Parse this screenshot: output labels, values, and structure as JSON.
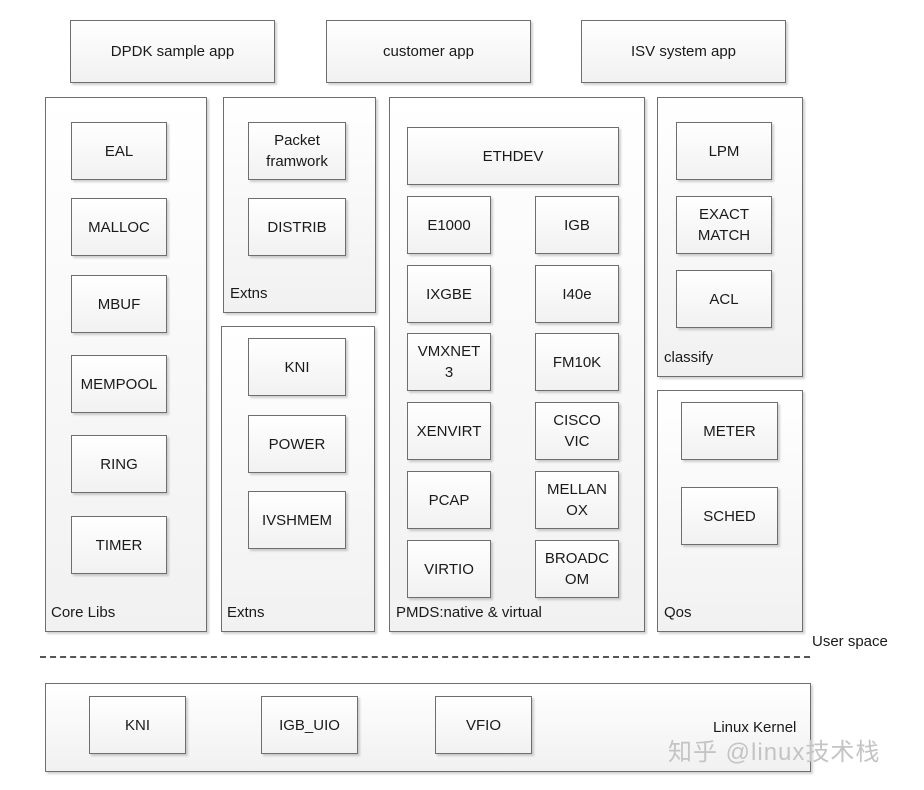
{
  "apps": [
    "DPDK sample app",
    "customer app",
    "ISV system app"
  ],
  "core_libs": {
    "label": "Core Libs",
    "items": [
      "EAL",
      "MALLOC",
      "MBUF",
      "MEMPOOL",
      "RING",
      "TIMER"
    ]
  },
  "extns_top": {
    "label": "Extns",
    "items": [
      "Packet\nframwork",
      "DISTRIB"
    ]
  },
  "extns_bottom": {
    "label": "Extns",
    "items": [
      "KNI",
      "POWER",
      "IVSHMEM"
    ]
  },
  "pmds": {
    "label": "PMDS:native & virtual",
    "header": "ETHDEV",
    "items": [
      "E1000",
      "IGB",
      "IXGBE",
      "I40e",
      "VMXNET\n3",
      "FM10K",
      "XENVIRT",
      "CISCO\nVIC",
      "PCAP",
      "MELLAN\nOX",
      "VIRTIO",
      "BROADC\nOM"
    ]
  },
  "classify": {
    "label": "classify",
    "items": [
      "LPM",
      "EXACT\nMATCH",
      "ACL"
    ]
  },
  "qos": {
    "label": "Qos",
    "items": [
      "METER",
      "SCHED"
    ]
  },
  "user_space_label": "User space",
  "kernel": {
    "label": "Linux Kernel",
    "items": [
      "KNI",
      "IGB_UIO",
      "VFIO"
    ]
  },
  "watermark": "知乎 @linux技术栈"
}
